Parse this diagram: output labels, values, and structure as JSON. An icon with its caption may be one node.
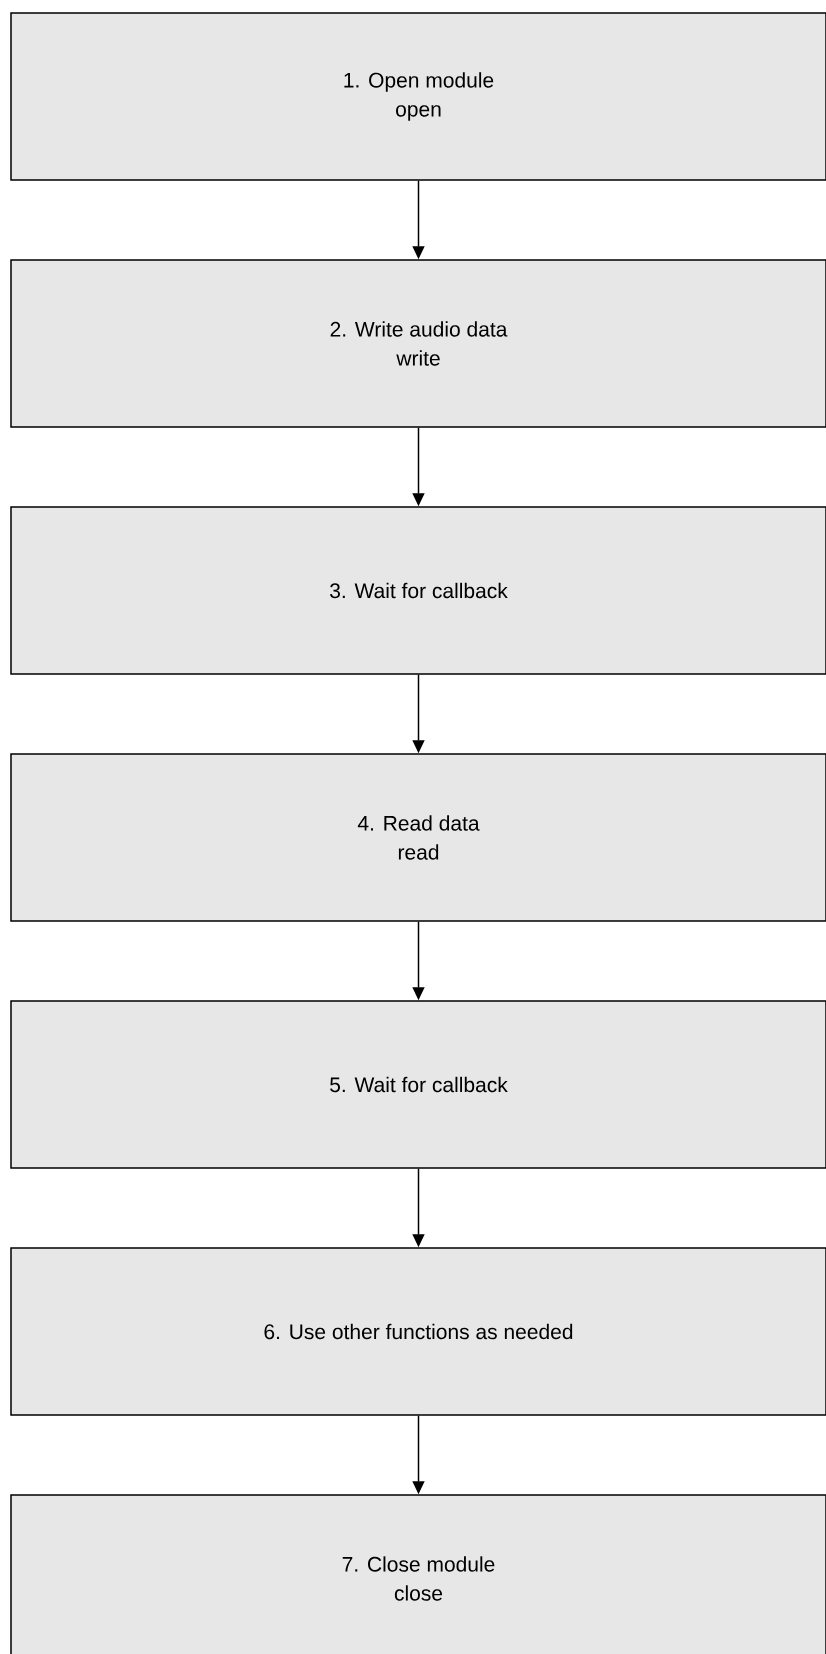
{
  "diagram": {
    "nodes": [
      {
        "text": [
          "1.  Open module",
          "open"
        ]
      },
      {
        "text": [
          "2.  Write audio data",
          "write"
        ]
      },
      {
        "text": [
          "3.  Wait for callback"
        ]
      },
      {
        "text": [
          "4.  Read data",
          "read"
        ]
      },
      {
        "text": [
          "5.  Wait for callback"
        ]
      },
      {
        "text": [
          "6.  Use other functions as needed"
        ]
      },
      {
        "text": [
          "7.  Close module",
          "close"
        ]
      }
    ],
    "edges": [
      {
        "from": 0,
        "to": 1,
        "arrow": "to"
      },
      {
        "from": 1,
        "to": 2,
        "arrow": "to"
      },
      {
        "from": 2,
        "to": 3,
        "arrow": "to"
      },
      {
        "from": 3,
        "to": 4,
        "arrow": "to"
      },
      {
        "from": 4,
        "to": 5,
        "arrow": "to"
      },
      {
        "from": 5,
        "to": 6,
        "arrow": "to"
      }
    ]
  }
}
